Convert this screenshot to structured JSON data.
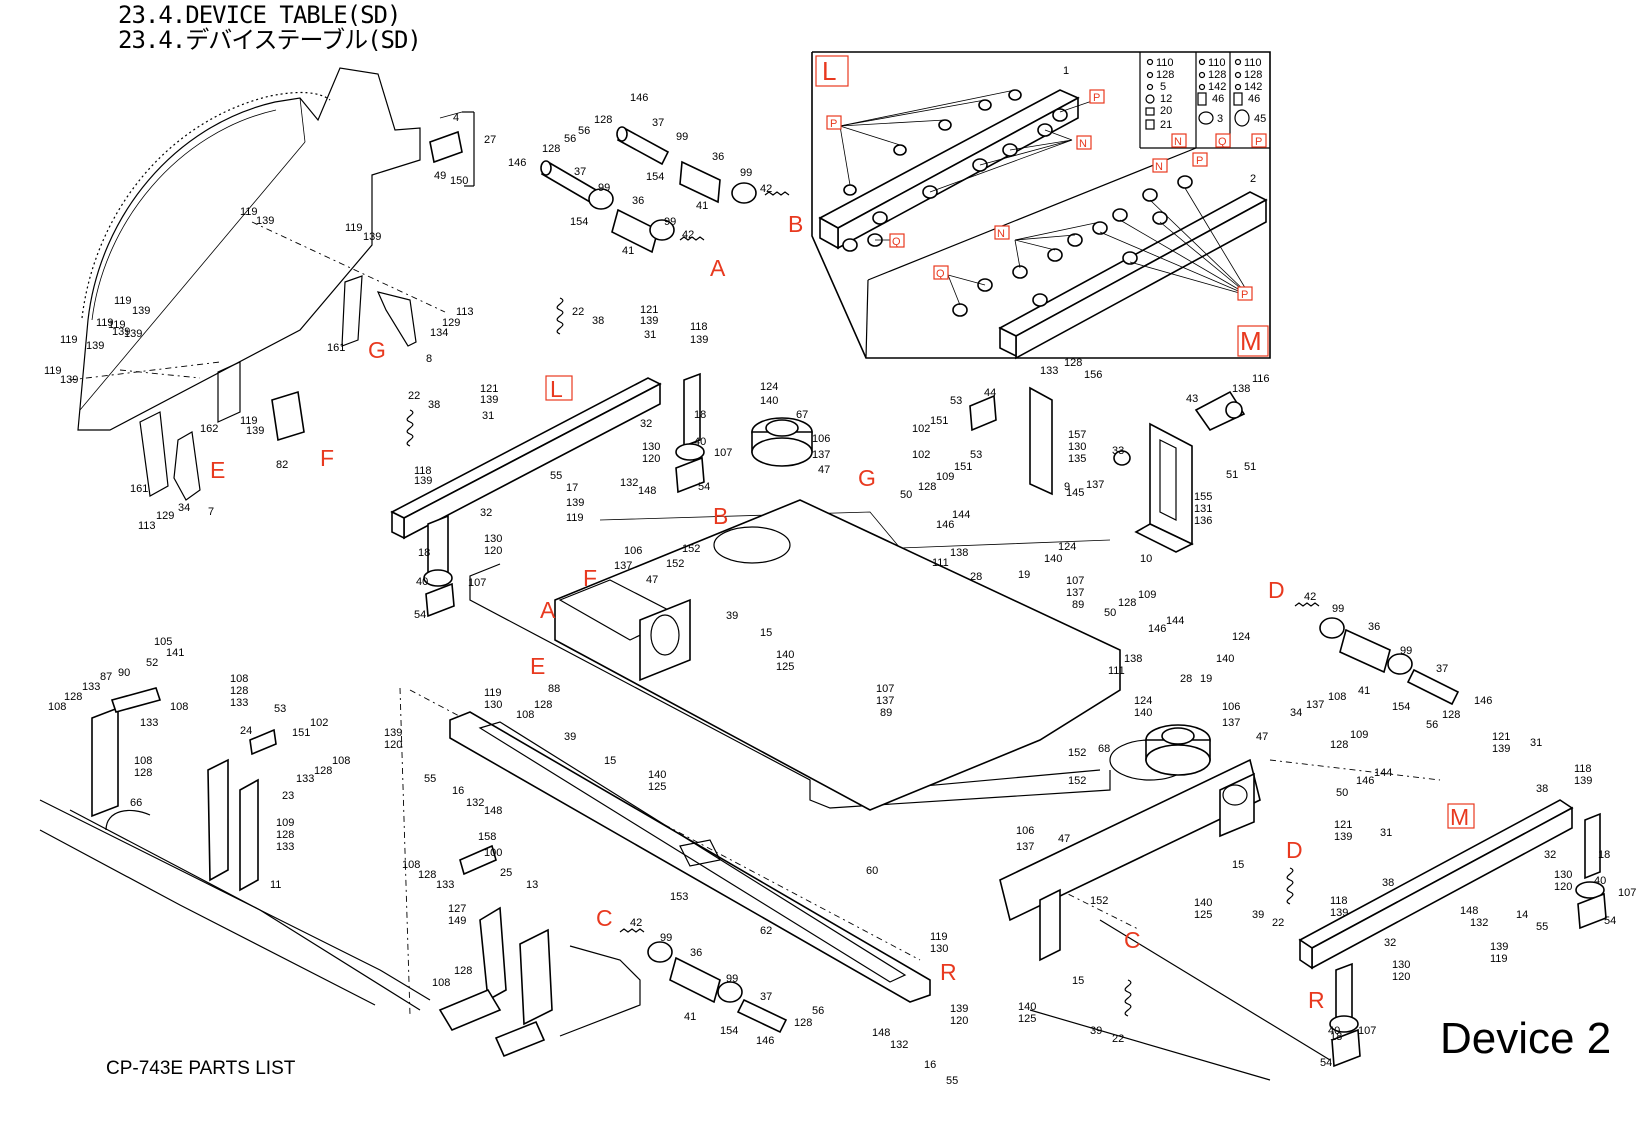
{
  "header": {
    "title_en": "23.4.DEVICE TABLE(SD)",
    "title_jp": "23.4.デバイステーブル(SD)"
  },
  "footer": {
    "left": "CP-743E PARTS LIST",
    "right": "Device 2"
  },
  "colors": {
    "reference_label": "#e8391f",
    "line": "#000000",
    "background": "#ffffff"
  },
  "reference_labels": [
    {
      "id": "B",
      "text": "B"
    },
    {
      "id": "A",
      "text": "A"
    },
    {
      "id": "G",
      "text": "G"
    },
    {
      "id": "F",
      "text": "F"
    },
    {
      "id": "E",
      "text": "E"
    },
    {
      "id": "L",
      "text": "L"
    },
    {
      "id": "B2",
      "text": "B"
    },
    {
      "id": "G2",
      "text": "G"
    },
    {
      "id": "F2",
      "text": "F"
    },
    {
      "id": "A2",
      "text": "A"
    },
    {
      "id": "E2",
      "text": "E"
    },
    {
      "id": "D",
      "text": "D"
    },
    {
      "id": "M",
      "text": "M"
    },
    {
      "id": "D2",
      "text": "D"
    },
    {
      "id": "C",
      "text": "C"
    },
    {
      "id": "C2",
      "text": "C"
    },
    {
      "id": "R",
      "text": "R"
    },
    {
      "id": "R2",
      "text": "R"
    }
  ],
  "detail_boxes": {
    "L": {
      "label": "L",
      "part": "1"
    },
    "M": {
      "label": "M",
      "part": "2"
    },
    "N": {
      "label": "N",
      "parts": [
        {
          "no": "110"
        },
        {
          "no": "128"
        },
        {
          "no": "5"
        },
        {
          "no": "12"
        },
        {
          "no": "20"
        },
        {
          "no": "21"
        }
      ]
    },
    "Q": {
      "label": "Q",
      "parts": [
        {
          "no": "110"
        },
        {
          "no": "128"
        },
        {
          "no": "142"
        },
        {
          "no": "46"
        },
        {
          "no": "3"
        }
      ]
    },
    "P": {
      "label": "P",
      "parts": [
        {
          "no": "110"
        },
        {
          "no": "128"
        },
        {
          "no": "142"
        },
        {
          "no": "46"
        },
        {
          "no": "45"
        }
      ]
    }
  },
  "part_numbers": {
    "p4": "4",
    "p27": "27",
    "p49": "49",
    "p150": "150",
    "p146a": "146",
    "p37a": "37",
    "p128a": "128",
    "p56a": "56",
    "p99a": "99",
    "p36a": "36",
    "p146b": "146",
    "p37b": "37",
    "p99b": "99",
    "p154a": "154",
    "p41a": "41",
    "p42a": "42",
    "p99c": "99",
    "p36b": "36",
    "p154b": "154",
    "p41b": "41",
    "p99d": "99",
    "p42b": "42",
    "p128b": "128",
    "p119a": "119",
    "p139a": "139",
    "p119b": "119",
    "p139b": "139",
    "p119c": "119",
    "p139c": "139",
    "p119d": "119",
    "p139d": "139",
    "p119e": "119",
    "p139e": "139",
    "p119f": "119",
    "p139f": "139",
    "p119g": "119",
    "p139g": "139",
    "p113a": "113",
    "p129a": "129",
    "p134a": "134",
    "p8": "8",
    "p161a": "161",
    "p162": "162",
    "p82": "82",
    "p161b": "161",
    "p7": "7",
    "p34a": "34",
    "p129b": "129",
    "p113b": "113",
    "p22a": "22",
    "p38a": "38",
    "p121a": "121",
    "p139h": "139",
    "p31a": "31",
    "p118a": "118",
    "p139i": "139",
    "p22b": "22",
    "p38b": "38",
    "p121b": "121",
    "p139j": "139",
    "p31b": "31",
    "p32a": "32",
    "p130a": "130",
    "p120a": "120",
    "p18a": "18",
    "p40a": "40",
    "p107a": "107",
    "p54a": "54",
    "p55a": "55",
    "p17": "17",
    "p132a": "132",
    "p148a": "148",
    "p139k": "139",
    "p119h": "119",
    "p118b": "118",
    "p139l": "139",
    "p32b": "32",
    "p130b": "130",
    "p120b": "120",
    "p18b": "18",
    "p40b": "40",
    "p107b": "107",
    "p54b": "54",
    "p124a": "124",
    "p140a": "140",
    "p67": "67",
    "p106a": "106",
    "p137a": "137",
    "p47a": "47",
    "p106b": "106",
    "p137b": "137",
    "p47b": "47",
    "p152a": "152",
    "p152b": "152",
    "p39a": "39",
    "p15a": "15",
    "p140b": "140",
    "p125a": "125",
    "p53a": "53",
    "p44": "44",
    "p102a": "102",
    "p151a": "151",
    "p102b": "102",
    "p151b": "151",
    "p53b": "53",
    "p50a": "50",
    "p128c": "128",
    "p109a": "109",
    "p144a": "144",
    "p146c": "146",
    "p138a": "138",
    "p111a": "111",
    "p28a": "28",
    "p19a": "19",
    "p124b": "124",
    "p140c": "140",
    "p133a": "133",
    "p128d": "128",
    "p156": "156",
    "p157": "157",
    "p130c": "130",
    "p135": "135",
    "p145": "145",
    "p137c": "137",
    "p9": "9",
    "p33": "33",
    "p43": "43",
    "p138b": "138",
    "p116": "116",
    "p51a": "51",
    "p51b": "51",
    "p155": "155",
    "p131": "131",
    "p136": "136",
    "p10": "10",
    "p107c": "107",
    "p137d": "137",
    "p89a": "89",
    "p50b": "50",
    "p128e": "128",
    "p109b": "109",
    "p144b": "144",
    "p146d": "146",
    "p138c": "138",
    "p111b": "111",
    "p28b": "28",
    "p19b": "19",
    "p124c": "124",
    "p140d": "140",
    "p42c": "42",
    "p99e": "99",
    "p36c": "36",
    "p99f": "99",
    "p37c": "37",
    "p41c": "41",
    "p154c": "154",
    "p128f": "128",
    "p56b": "56",
    "p146e": "146",
    "p105": "105",
    "p141": "141",
    "p52": "52",
    "p87": "87",
    "p90": "90",
    "p133b": "133",
    "p128g": "128",
    "p108a": "108",
    "p133c": "133",
    "p108b": "108",
    "p108c": "108",
    "p128h": "128",
    "p66": "66",
    "p108d": "108",
    "p128i": "128",
    "p133d": "133",
    "p53c": "53",
    "p24": "24",
    "p151c": "151",
    "p102c": "102",
    "p133e": "133",
    "p128j": "128",
    "p108e": "108",
    "p23": "23",
    "p109c": "109",
    "p128k": "128",
    "p133f": "133",
    "p11": "11",
    "p119i": "119",
    "p130d": "130",
    "p88": "88",
    "p128l": "128",
    "p108f": "108",
    "p39b": "39",
    "p15b": "15",
    "p140e": "140",
    "p125b": "125",
    "p107d": "107",
    "p137e": "137",
    "p89b": "89",
    "p139m": "139",
    "p120c": "120",
    "p55b": "55",
    "p16a": "16",
    "p132b": "132",
    "p148b": "148",
    "p158": "158",
    "p100": "100",
    "p108g": "108",
    "p128m": "128",
    "p133g": "133",
    "p25": "25",
    "p13": "13",
    "p127": "127",
    "p149": "149",
    "p128n": "128",
    "p108h": "108",
    "p153": "153",
    "p62": "62",
    "p60": "60",
    "p42d": "42",
    "p99g": "99",
    "p36d": "36",
    "p99h": "99",
    "p37d": "37",
    "p41d": "41",
    "p154d": "154",
    "p146f": "146",
    "p128o": "128",
    "p56c": "56",
    "p119j": "119",
    "p130e": "130",
    "p139n": "139",
    "p120d": "120",
    "p148c": "148",
    "p132c": "132",
    "p16b": "16",
    "p55c": "55",
    "p124d": "124",
    "p140f": "140",
    "p68": "68",
    "p152c": "152",
    "p152d": "152",
    "p106c": "106",
    "p137f": "137",
    "p47c": "47",
    "p106d": "106",
    "p137g": "137",
    "p47d": "47",
    "p152e": "152",
    "p15c": "15",
    "p140g": "140",
    "p125c": "125",
    "p39c": "39",
    "p22c": "22",
    "p15d": "15",
    "p140h": "140",
    "p125d": "125",
    "p39d": "39",
    "p22d": "22",
    "p34b": "34",
    "p137h": "137",
    "p108i": "108",
    "p128p": "128",
    "p109d": "109",
    "p144c": "144",
    "p146g": "146",
    "p50c": "50",
    "p121c": "121",
    "p139o": "139",
    "p31c": "31",
    "p118c": "118",
    "p139p": "139",
    "p38c": "38",
    "p121d": "121",
    "p139q": "139",
    "p31d": "31",
    "p38d": "38",
    "p32c": "32",
    "p130f": "130",
    "p120e": "120",
    "p18c": "18",
    "p40c": "40",
    "p107e": "107",
    "p54c": "54",
    "p118d": "118",
    "p139r": "139",
    "p148d": "148",
    "p132d": "132",
    "p14": "14",
    "p55d": "55",
    "p139s": "139",
    "p119k": "119",
    "p32d": "32",
    "p130g": "130",
    "p120f": "120",
    "p18d": "18",
    "p40d": "40",
    "p107f": "107",
    "p54d": "54"
  }
}
